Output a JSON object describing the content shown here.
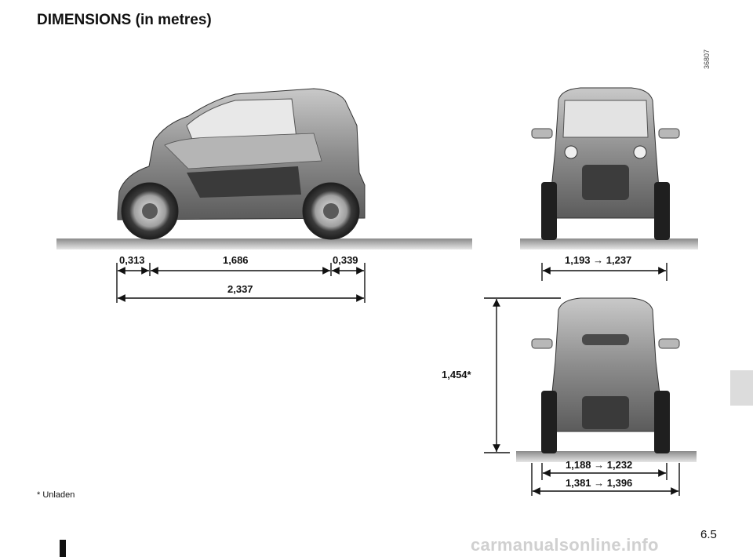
{
  "page": {
    "title": "DIMENSIONS (in metres)",
    "figure_code": "36807",
    "footnote": "*   Unladen",
    "page_number": "6.5",
    "watermark": "carmanualsonline.info"
  },
  "dimensions": {
    "front_overhang": "0,313",
    "wheelbase": "1,686",
    "rear_overhang": "0,339",
    "overall_length": "2,337",
    "front_track": "1,193 → 1,237",
    "height": "1,454*",
    "rear_track": "1,188 → 1,232",
    "overall_width": "1,381 → 1,396"
  }
}
